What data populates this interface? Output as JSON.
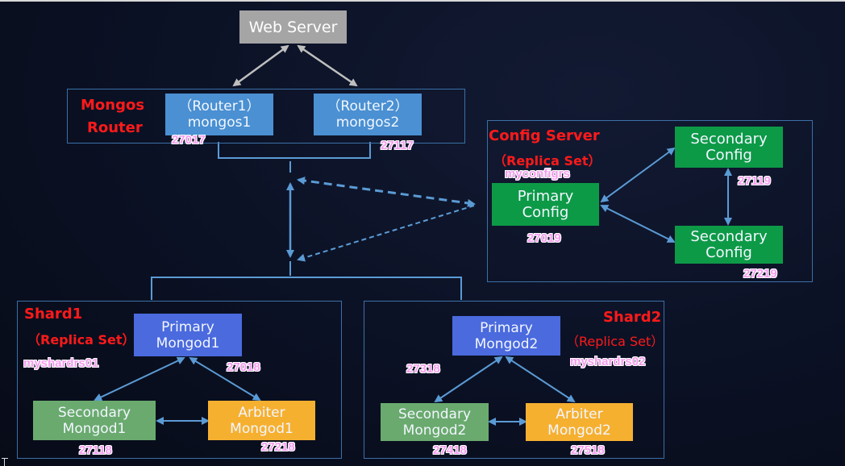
{
  "web_server": {
    "label": "Web Server"
  },
  "mongos_router": {
    "title_line1": "Mongos",
    "title_line2": "Router",
    "routers": [
      {
        "line1": "（Router1）",
        "line2": "mongos1",
        "port": "27017"
      },
      {
        "line1": "（Router2）",
        "line2": "mongos2",
        "port": "27117"
      }
    ]
  },
  "config_server": {
    "title": "Config Server",
    "subtitle": "（Replica Set）",
    "replset_name": "myconfigrs",
    "primary": {
      "line1": "Primary",
      "line2": "Config",
      "port": "27019"
    },
    "secondary1": {
      "line1": "Secondary",
      "line2": "Config",
      "port": "27119"
    },
    "secondary2": {
      "line1": "Secondary",
      "line2": "Config",
      "port": "27219"
    }
  },
  "shard1": {
    "title": "Shard1",
    "subtitle": "（Replica Set）",
    "replset_name": "myshardrs01",
    "primary": {
      "line1": "Primary",
      "line2": "Mongod1",
      "port": "27018"
    },
    "secondary": {
      "line1": "Secondary",
      "line2": "Mongod1",
      "port": "27118"
    },
    "arbiter": {
      "line1": "Arbiter",
      "line2": "Mongod1",
      "port": "27218"
    }
  },
  "shard2": {
    "title": "Shard2",
    "subtitle": "（Replica Set）",
    "replset_name": "myshardrs02",
    "primary": {
      "line1": "Primary",
      "line2": "Mongod2",
      "port": "27318"
    },
    "secondary": {
      "line1": "Secondary",
      "line2": "Mongod2",
      "port": "27418"
    },
    "arbiter": {
      "line1": "Arbiter",
      "line2": "Mongod2",
      "port": "27518"
    }
  },
  "colors": {
    "background": "#0b1124",
    "group_border": "#3c6fa6",
    "connector": "#5b9bd5",
    "web_server": "#a5a5a5",
    "router": "#4a90d2",
    "config": "#0d9a47",
    "primary_mongod": "#4a6ade",
    "secondary_mongod": "#6aaa6e",
    "arbiter_mongod": "#f6b030",
    "title_red": "#ff1a1a",
    "port_pink": "#f79bf0"
  }
}
